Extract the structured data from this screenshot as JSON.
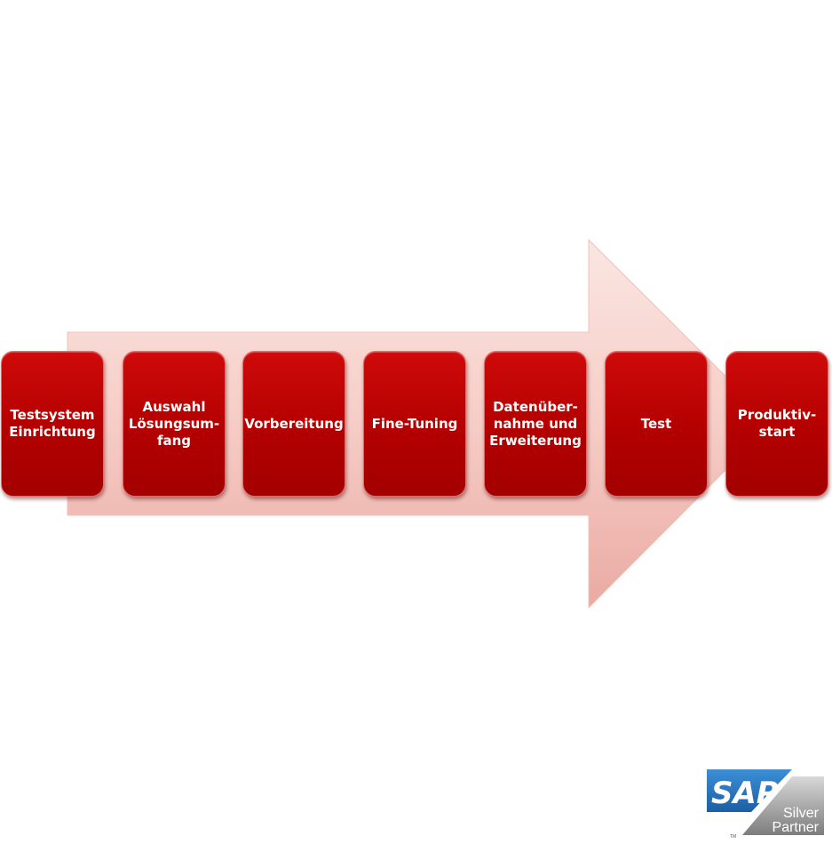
{
  "diagram": {
    "type": "process-arrow",
    "arrow_color": "#f5c9c2",
    "box_color": "#b80000",
    "steps": [
      {
        "label": "Testsystem\nEinrichtung"
      },
      {
        "label": "Auswahl\nLösungsum-\nfang"
      },
      {
        "label": "Vorbereitung"
      },
      {
        "label": "Fine-Tuning"
      },
      {
        "label": "Datenüber-\nnahme und\nErweiterung"
      },
      {
        "label": "Test"
      },
      {
        "label": "Produktiv-\nstart"
      }
    ]
  },
  "logo": {
    "brand": "SAP",
    "line1": "Silver",
    "line2": "Partner",
    "trademark": "TM",
    "brand_color": "#1f6fb6"
  }
}
